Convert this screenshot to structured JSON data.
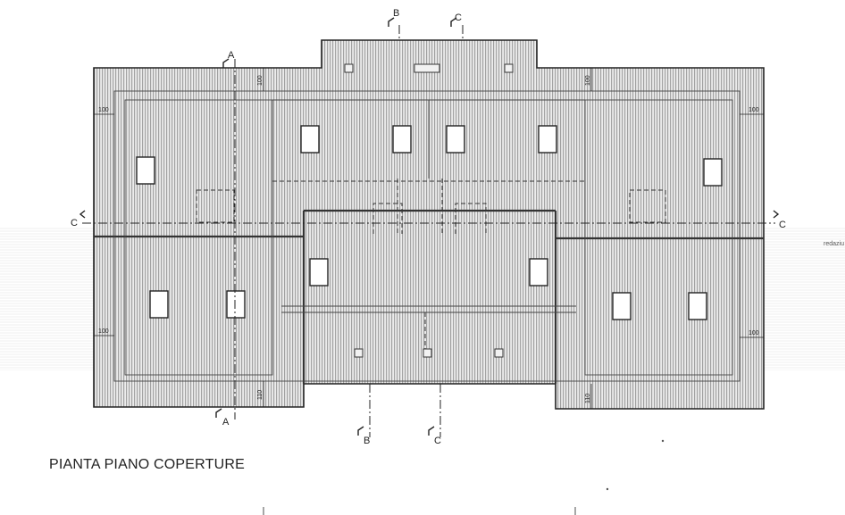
{
  "drawing": {
    "title": "PIANTA PIANO COPERTURE",
    "margin_note": "redaziu",
    "dimensions": {
      "d100": "100",
      "d110": "110"
    },
    "sections": {
      "a": "A",
      "b": "B",
      "c": "C"
    }
  }
}
